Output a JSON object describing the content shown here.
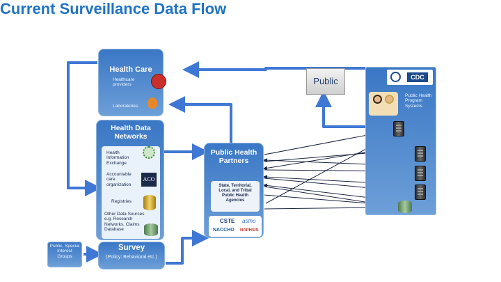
{
  "title": "Current Surveillance Data Flow",
  "health_care": {
    "title": "Health Care",
    "items": [
      "Healthcare providers",
      "Laboratories"
    ]
  },
  "health_data_networks": {
    "title": "Health Data Networks",
    "items": [
      "Health Information Exchange",
      "Accountable care organization",
      "Registries",
      "Other Data Sources e.g. Research Networks, Claims Database"
    ],
    "aco_label": "ACO"
  },
  "survey": {
    "title": "Survey",
    "subtitle": "(Policy: Behavioral etc.)"
  },
  "public_interest": "Public, Special Interest Groups",
  "partners": {
    "title": "Public Health Partners",
    "agencies": "State, Territorial, Local, and Tribal Public Health Agencies",
    "logos": [
      "CSTE",
      "astho",
      "NACCHO",
      "NAPHSIS"
    ]
  },
  "public_box": "Public",
  "cdc": {
    "logo": "CDC",
    "programs": "Public Health Program Systems"
  },
  "colors": {
    "title": "#1f73c6",
    "arrow": "#3f78d4",
    "panel": "#4a84cf"
  }
}
